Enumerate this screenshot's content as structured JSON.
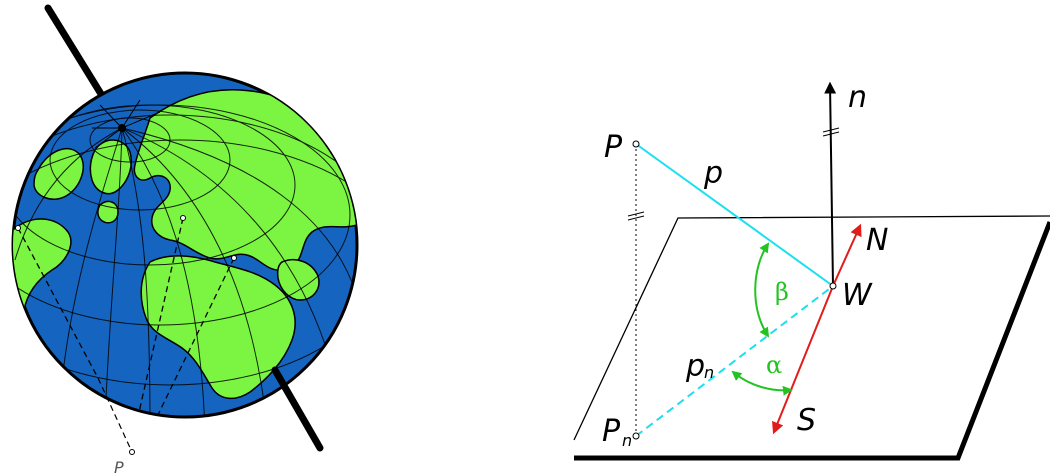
{
  "colors": {
    "ocean": "#1565c0",
    "land": "#7bf542",
    "outline": "#000000",
    "line_p": "#19e0ee",
    "arrow_ns": "#e21b1b",
    "angle": "#22c422"
  },
  "left_globe": {
    "icons": [
      "globe-icon",
      "earth-axis-icon"
    ],
    "bottom_label": "P"
  },
  "right_diagram": {
    "labels": {
      "point_p": "P",
      "segment_p": "p",
      "normal": "n",
      "north": "N",
      "south": "S",
      "origin": "W",
      "projection_main": "p",
      "projection_sub": "n",
      "point_pn_main": "P",
      "point_pn_sub": "n",
      "beta": "β",
      "alpha": "α"
    }
  }
}
